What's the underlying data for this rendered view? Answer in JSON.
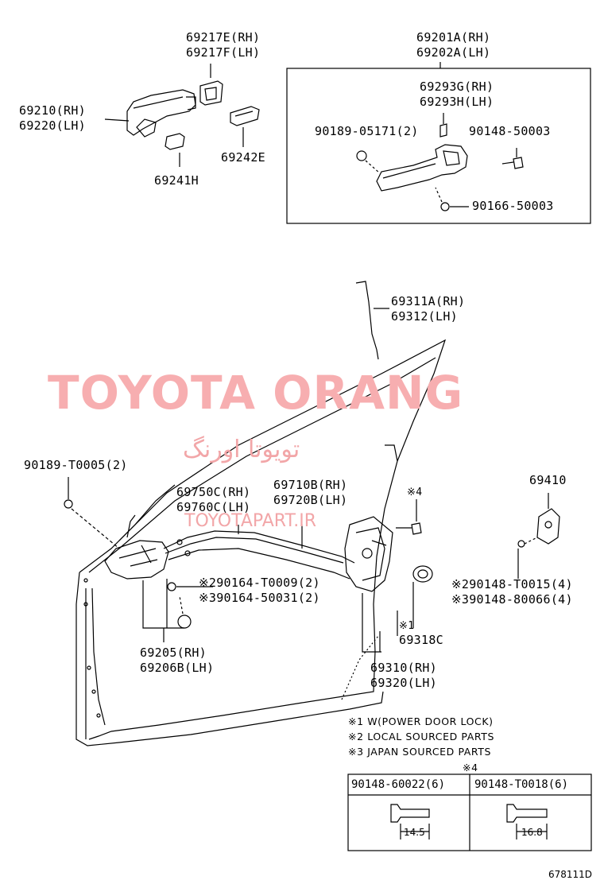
{
  "watermark": {
    "main": "TOYOTA ORANG",
    "arabic": "تویوتا اورنگ",
    "site": "TOYOTAPART.IR",
    "color": "#f7aeb0"
  },
  "labels": {
    "l69217": [
      "69217E(RH)",
      "69217F(LH)"
    ],
    "l69201": [
      "69201A(RH)",
      "69202A(LH)"
    ],
    "l69293": [
      "69293G(RH)",
      "69293H(LH)"
    ],
    "l69210": [
      "69210(RH)",
      "69220(LH)"
    ],
    "l69242": "69242E",
    "l69241": "69241H",
    "l90189_05171": "90189-05171(2)",
    "l90148_50003": "90148-50003",
    "l90166_50003": "90166-50003",
    "l69311": [
      "69311A(RH)",
      "69312(LH)"
    ],
    "l90189_T0005": "90189-T0005(2)",
    "l69750": [
      "69750C(RH)",
      "69760C(LH)"
    ],
    "l69710": [
      "69710B(RH)",
      "69720B(LH)"
    ],
    "l69410": "69410",
    "mark4": "※4",
    "l90164": [
      "※290164-T0009(2)",
      "※390164-50031(2)"
    ],
    "l90148_T0015": [
      "※290148-T0015(4)",
      "※390148-80066(4)"
    ],
    "mark1": "※1",
    "l69318": "69318C",
    "l69205": [
      "69205(RH)",
      "69206B(LH)"
    ],
    "l69310": [
      "69310(RH)",
      "69320(LH)"
    ]
  },
  "notes": [
    "※1 W(POWER DOOR LOCK)",
    "※2 LOCAL SOURCED PARTS",
    "※3 JAPAN SOURCED PARTS"
  ],
  "table": {
    "mark": "※4",
    "columns": [
      {
        "part": "90148-60022(6)",
        "dimension": "14.5"
      },
      {
        "part": "90148-T0018(6)",
        "dimension": "16.8"
      }
    ]
  },
  "diagram_code": "678111D"
}
